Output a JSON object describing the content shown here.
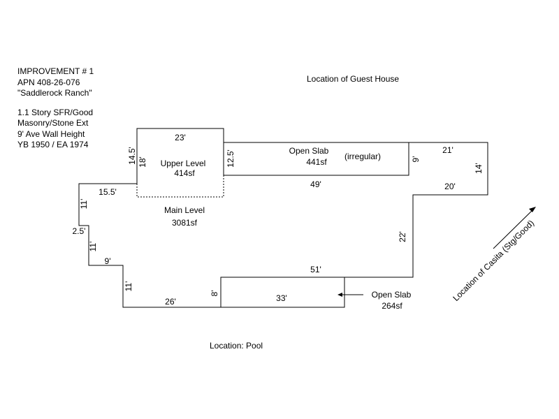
{
  "header": {
    "line1": "IMPROVEMENT # 1",
    "line2": "APN 408-26-076",
    "line3": "\"Saddlerock Ranch\"",
    "line4": "1.1 Story SFR/Good",
    "line5": "Masonry/Stone Ext",
    "line6": "9' Ave Wall Height",
    "line7": "YB 1950 / EA 1974"
  },
  "locations": {
    "guest_house": "Location of Guest House",
    "pool": "Location: Pool",
    "casita": "Location of Casita (Stg/Good)"
  },
  "areas": {
    "upper_level": {
      "name": "Upper Level",
      "size": "414sf"
    },
    "main_level": {
      "name": "Main Level",
      "size": "3081sf"
    },
    "open_slab_north": {
      "name": "Open Slab",
      "size": "441sf",
      "note": "(irregular)"
    },
    "open_slab_south": {
      "name": "Open Slab",
      "size": "264sf"
    }
  },
  "dimensions": {
    "upper_top": "23'",
    "upper_left": "14.5'",
    "upper_left_inner": "18'",
    "slab_left": "12.5'",
    "slab_right": "9'",
    "slab_bottom": "49'",
    "east_top": "21'",
    "east_right": "14'",
    "east_step": "20'",
    "east_vertical": "22'",
    "south_top": "51'",
    "south_slab_left": "8'",
    "south_slab_bottom": "33'",
    "bottom_left": "26'",
    "west_1": "15.5'",
    "west_2": "11'",
    "west_3": "2.5'",
    "west_4": "11'",
    "west_5": "9'",
    "west_6": "11'"
  }
}
